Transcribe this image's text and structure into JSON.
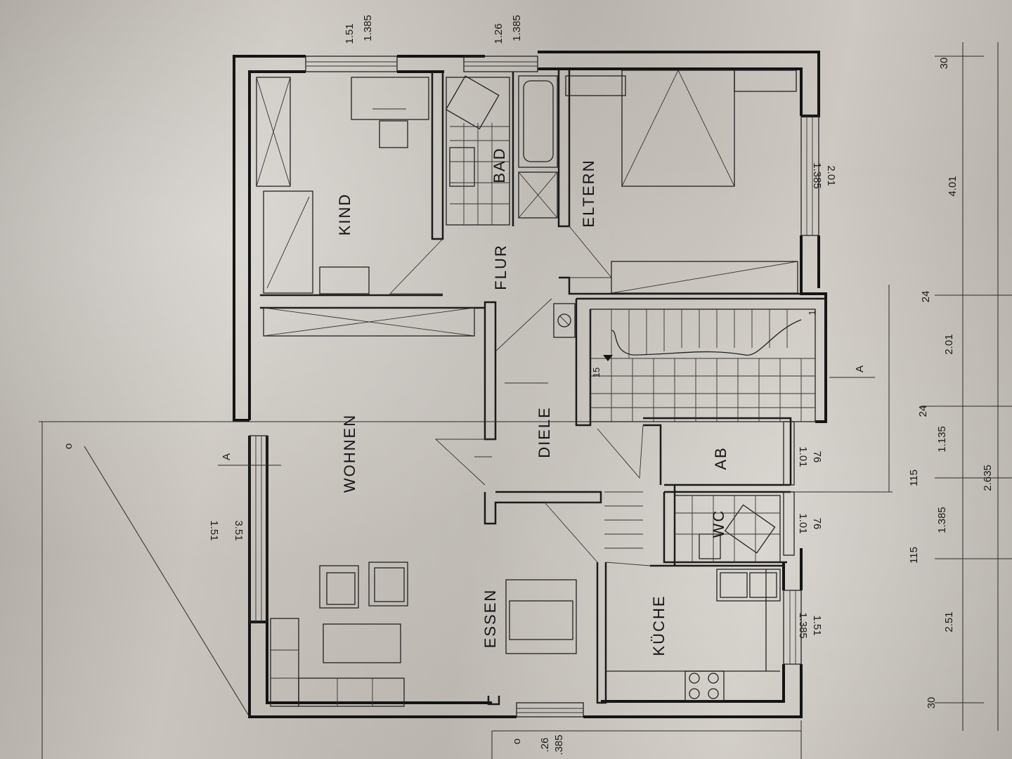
{
  "rooms": {
    "kind": "KIND",
    "bad": "BAD",
    "flur": "FLUR",
    "eltern": "ELTERN",
    "wohnen": "WOHNEN",
    "diele": "DIELE",
    "ab": "AB",
    "wc": "WC",
    "essen": "ESSEN",
    "kueche": "KÜCHE"
  },
  "section_markers": {
    "left": "A",
    "right": "A"
  },
  "stair_step_count": "15",
  "stair_top_step": "1",
  "window_dims": {
    "kind_width": "1.51",
    "kind_height": "1.385",
    "bad_width": "1.26",
    "bad_height": "1.385",
    "eltern_width": "2.01",
    "eltern_height": "1.385",
    "wohnen_width": "3.51",
    "wohnen_height": "1.51",
    "ab_width": "76",
    "ab_height": "1.01",
    "wc_width": "76",
    "wc_height": "1.01",
    "kueche_width": "1.51",
    "kueche_height": "1.385",
    "essen_width": ".26",
    "essen_height": ".385"
  },
  "dimension_chain_outer": [
    "30",
    "4.01",
    "24",
    "2.01",
    "24",
    "1.135",
    "115",
    "1.385",
    "115",
    "2.51",
    "30"
  ],
  "dimension_chain_total": "2.635",
  "circle_markers": [
    "o",
    "o"
  ],
  "colors": {
    "ink": "#141414",
    "paper": "#c2bdb6"
  }
}
